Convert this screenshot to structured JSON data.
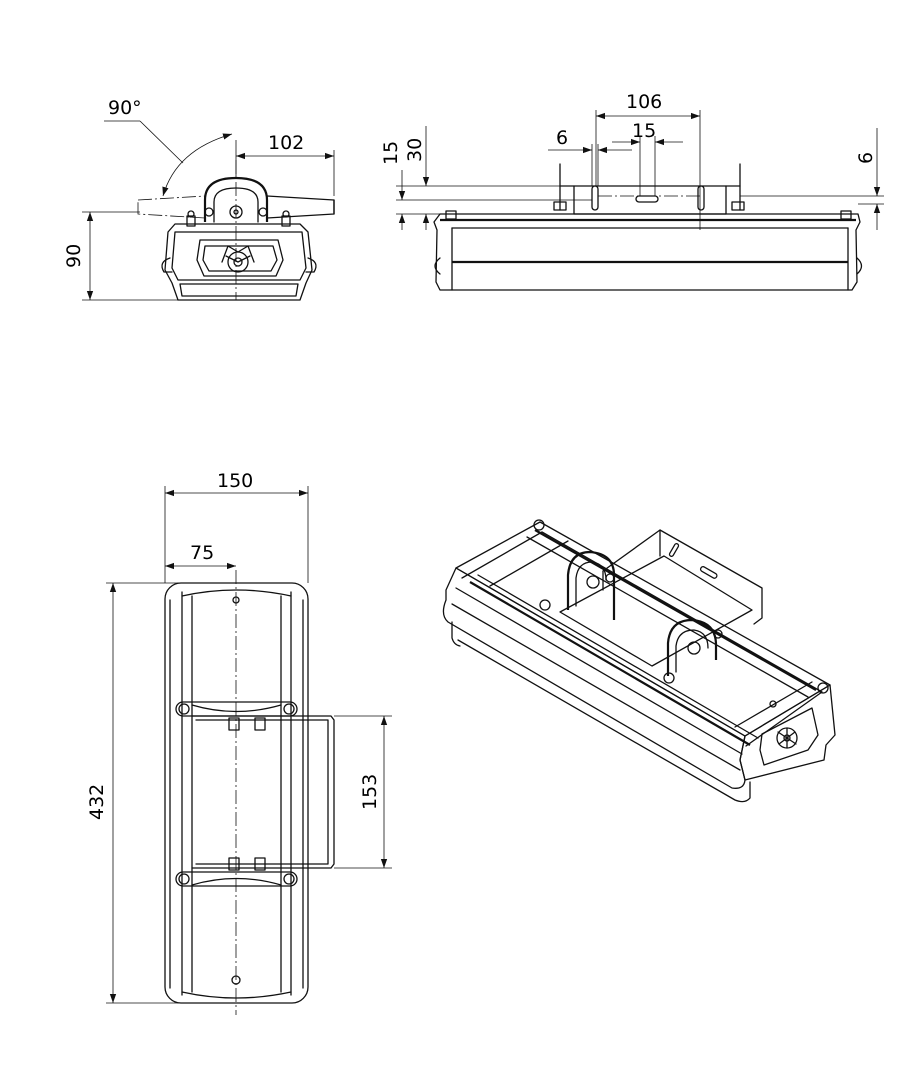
{
  "dimensions": {
    "angle": "90°",
    "end_width": "102",
    "end_height": "90",
    "bracket_span": "106",
    "slot_width": "6",
    "slot_length": "15",
    "offset_15": "15",
    "offset_30": "30",
    "top_offset": "6",
    "total_width": "150",
    "half_width": "75",
    "total_length": "432",
    "bracket_length": "153"
  }
}
